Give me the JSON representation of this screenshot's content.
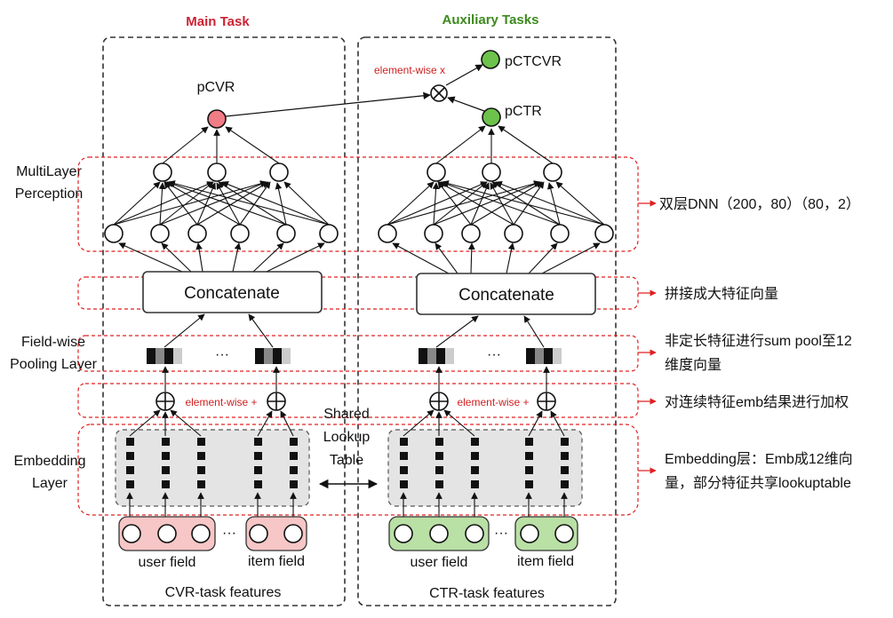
{
  "titles": {
    "main_task": "Main Task",
    "auxiliary_tasks": "Auxiliary Tasks"
  },
  "outputs": {
    "pcvr": "pCVR",
    "pctr": "pCTR",
    "pctcvr": "pCTCVR",
    "element_wise_x": "element-wise x"
  },
  "left_labels": {
    "mlp_line1": "MultiLayer",
    "mlp_line2": "Perception",
    "pool_line1": "Field-wise",
    "pool_line2": "Pooling Layer",
    "emb_line1": "Embedding",
    "emb_line2": "Layer"
  },
  "blocks": {
    "concatenate": "Concatenate",
    "ellipsis": "···",
    "element_wise_plus": "element-wise +",
    "shared_line1": "Shared",
    "shared_line2": "Lookup",
    "shared_line3": "Table",
    "user_field": "user field",
    "item_field": "item field",
    "cvr_features": "CVR-task features",
    "ctr_features": "CTR-task features"
  },
  "annotations": {
    "dnn": "双层DNN（200，80）（80，2）",
    "concat": "拼接成大特征向量",
    "pool_line1": "非定长特征进行sum pool至12",
    "pool_line2": "维度向量",
    "weight": "对连续特征emb结果进行加权",
    "emb_line1": "Embedding层：Emb成12维向",
    "emb_line2": "量，部分特征共享lookuptable"
  },
  "colors": {
    "main_title": "#cc2233",
    "aux_title": "#3d8a1f",
    "pcvr_node": "#f07c86",
    "pctr_node": "#6cc24a",
    "user_field_fill": "#f7c6c6",
    "aux_field_fill": "#b9e0a5",
    "annotation_border": "#e02020",
    "lookup_fill": "#e4e4e4"
  }
}
